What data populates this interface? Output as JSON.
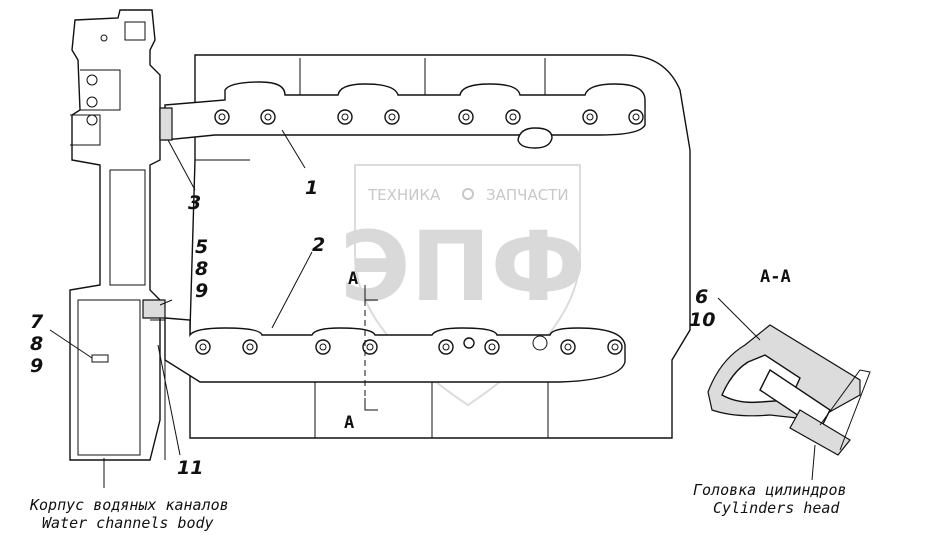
{
  "watermark": {
    "line1": "ТЕХНИКА",
    "line2": "ЗАПЧАСТИ",
    "logo": "ЭПФ"
  },
  "callouts": {
    "c1": "1",
    "c2": "2",
    "c3": "3",
    "c5": "5",
    "c8a": "8",
    "c9a": "9",
    "c7": "7",
    "c8b": "8",
    "c9b": "9",
    "c11": "11",
    "c6": "6",
    "c10": "10"
  },
  "section": {
    "title": "А-А",
    "mark_top": "А",
    "mark_bottom": "А"
  },
  "captions": {
    "water_ru": "Корпус водяных каналов",
    "water_en": "Water channels body",
    "head_ru": "Головка цилиндров",
    "head_en": "Cylinders head"
  }
}
